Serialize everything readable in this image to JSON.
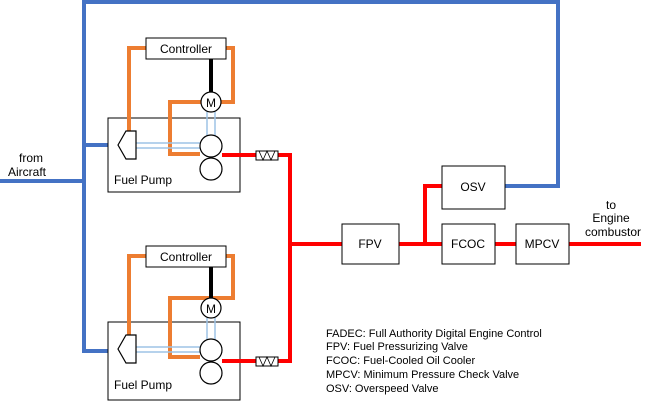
{
  "inputs": {
    "from_line1": "from",
    "from_line2": "Aircraft"
  },
  "outputs": {
    "to_line1": "to",
    "to_line2": "Engine",
    "to_line3": "combustor"
  },
  "pumps": [
    {
      "pump_label": "Fuel Pump",
      "controller_label": "Controller",
      "motor_label": "M"
    },
    {
      "pump_label": "Fuel Pump",
      "controller_label": "Controller",
      "motor_label": "M"
    }
  ],
  "components": {
    "fpv": "FPV",
    "fcoc": "FCOC",
    "mpcv": "MPCV",
    "osv": "OSV"
  },
  "legend": [
    "FADEC: Full Authority Digital Engine Control",
    "FPV: Fuel Pressurizing Valve",
    "FCOC: Fuel-Cooled Oil Cooler",
    "MPCV: Minimum Pressure Check Valve",
    "OSV: Overspeed Valve"
  ],
  "colors": {
    "supply_line": "#4472C4",
    "pressure_line": "#FF0000",
    "control_line": "#ED7D31",
    "shaft_line": "#9DC3E6",
    "signal_line": "#000000"
  }
}
